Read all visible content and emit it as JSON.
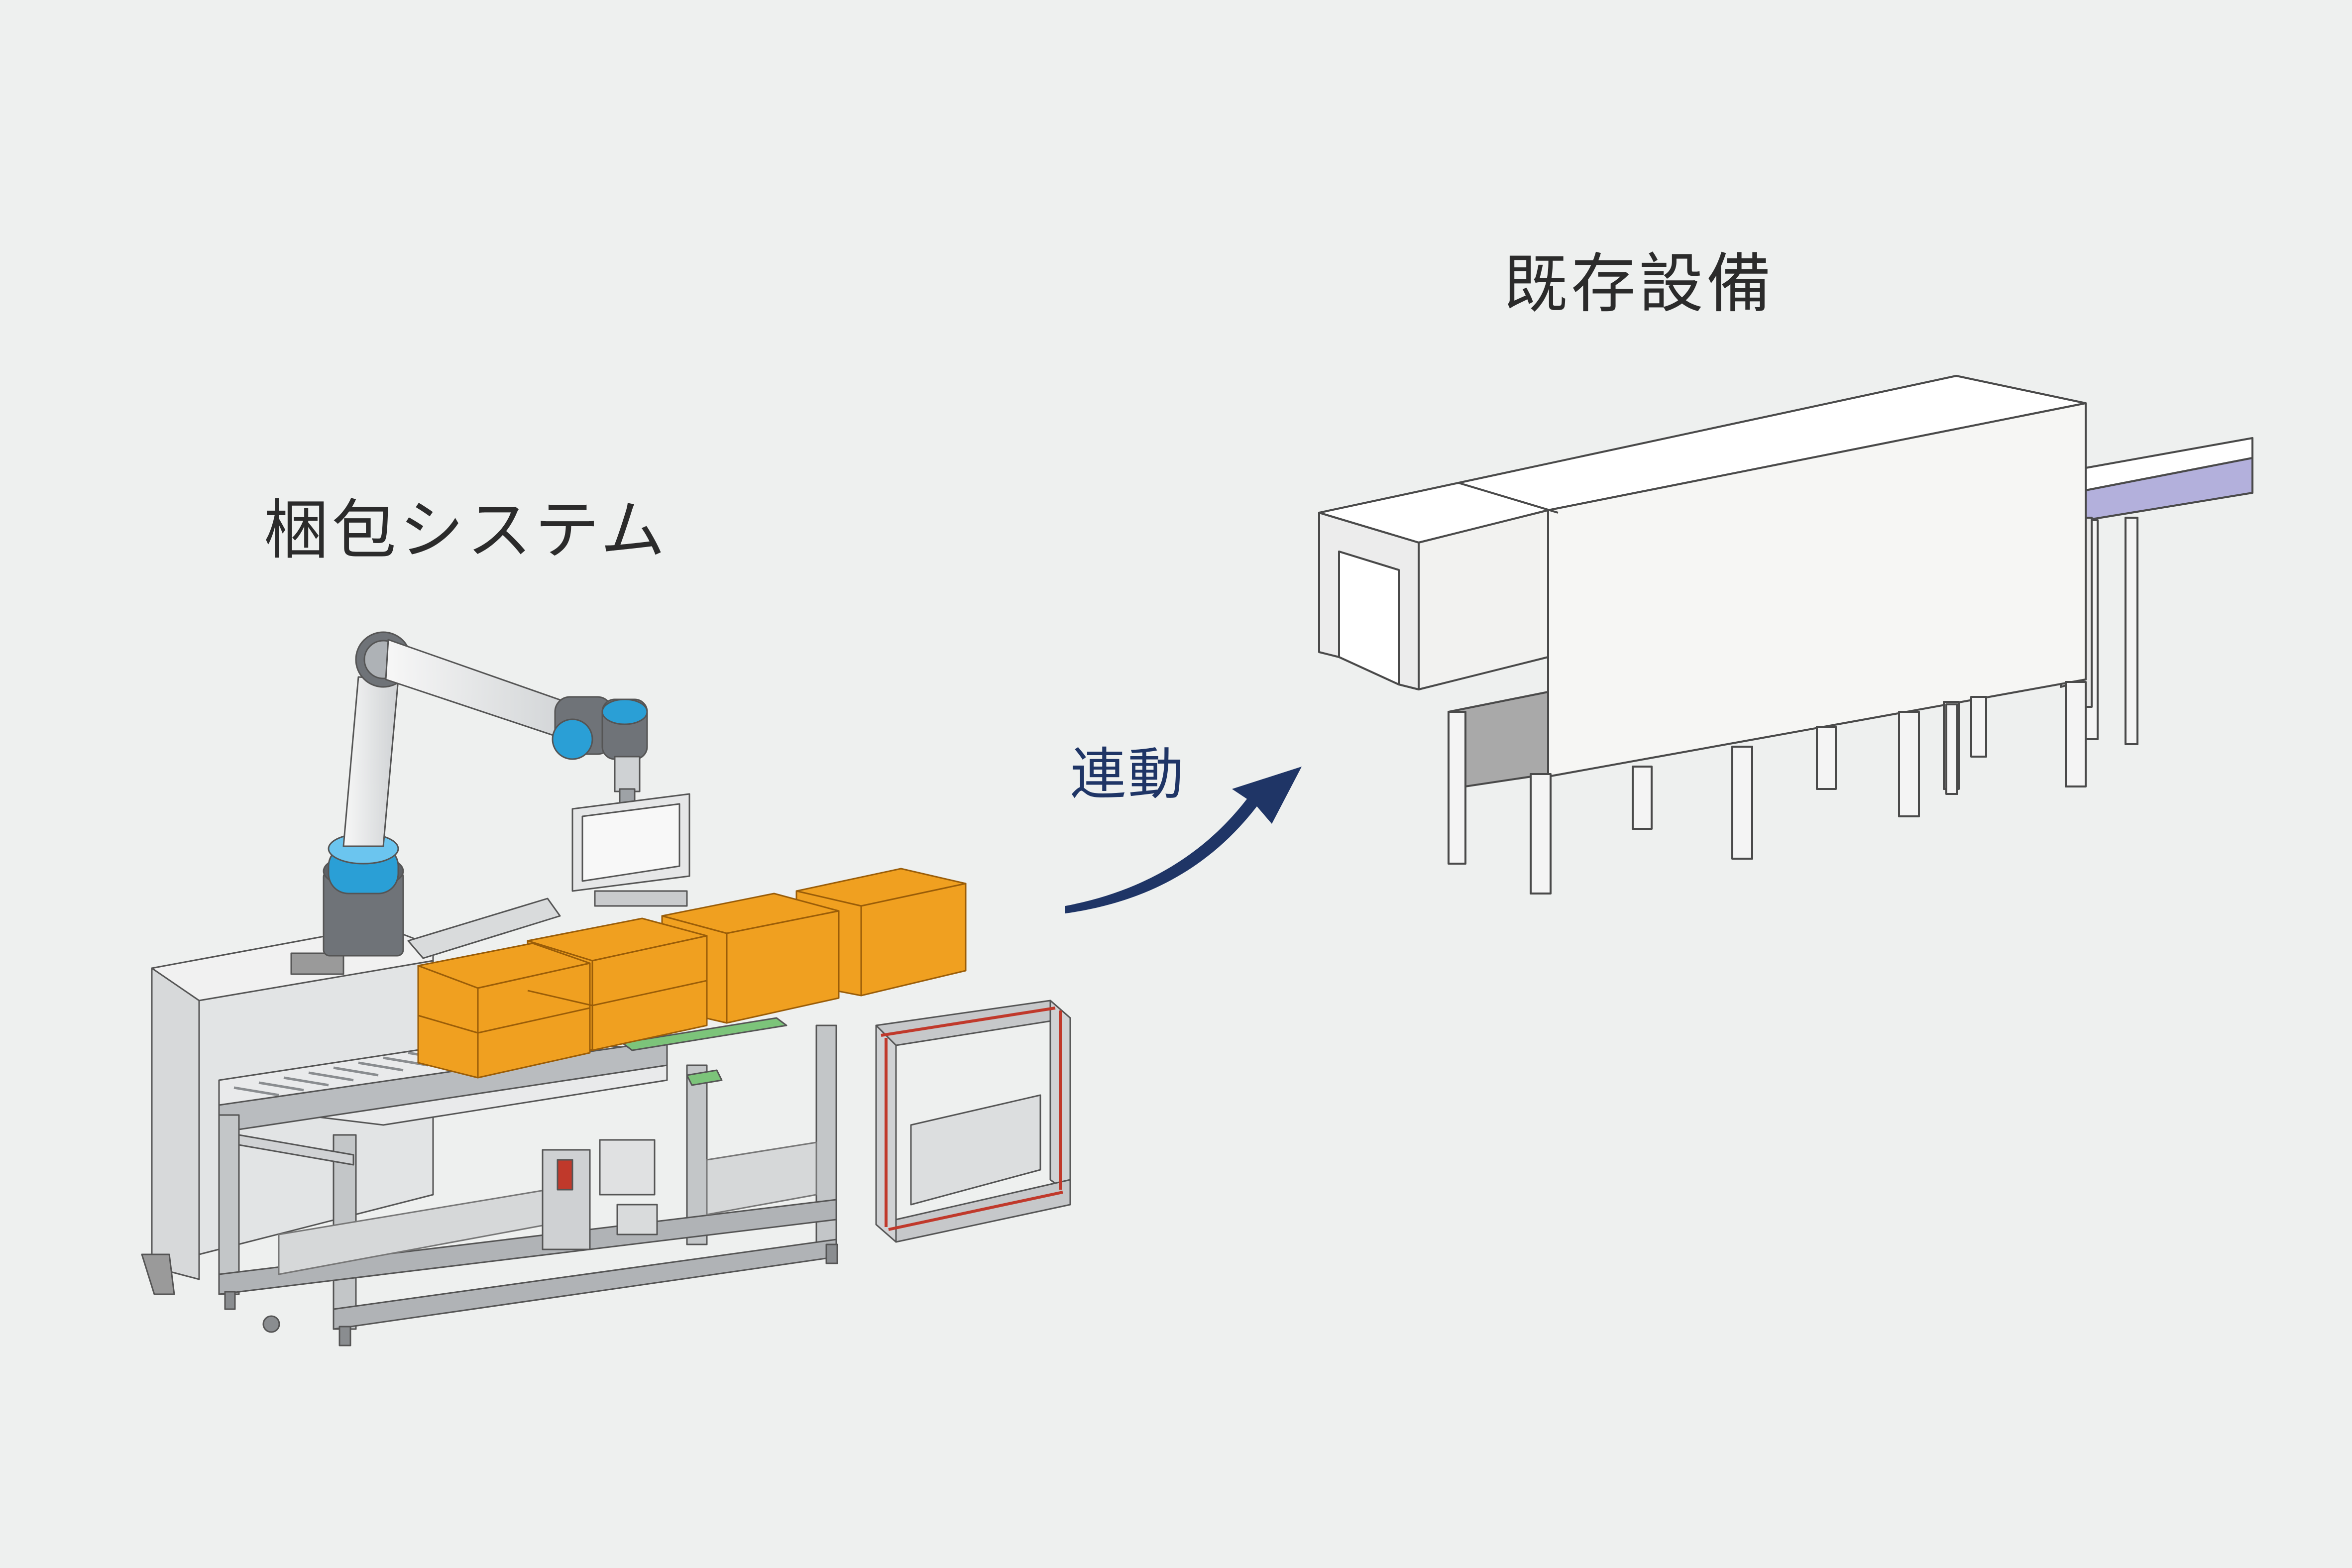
{
  "labels": {
    "packing_system": "梱包システム",
    "existing_equipment": "既存設備",
    "link": "連動"
  },
  "colors": {
    "background": "#eef0ef",
    "arrow": "#1f3566",
    "box_orange": "#f0a020",
    "robot_blue": "#2a9fd6",
    "frame_gray": "#b9bcbf",
    "conveyor_purple": "#b3b0dc"
  },
  "icons": {
    "robot": "collaborative-robot-arm",
    "link_arrow": "curved-arrow-up-right"
  }
}
